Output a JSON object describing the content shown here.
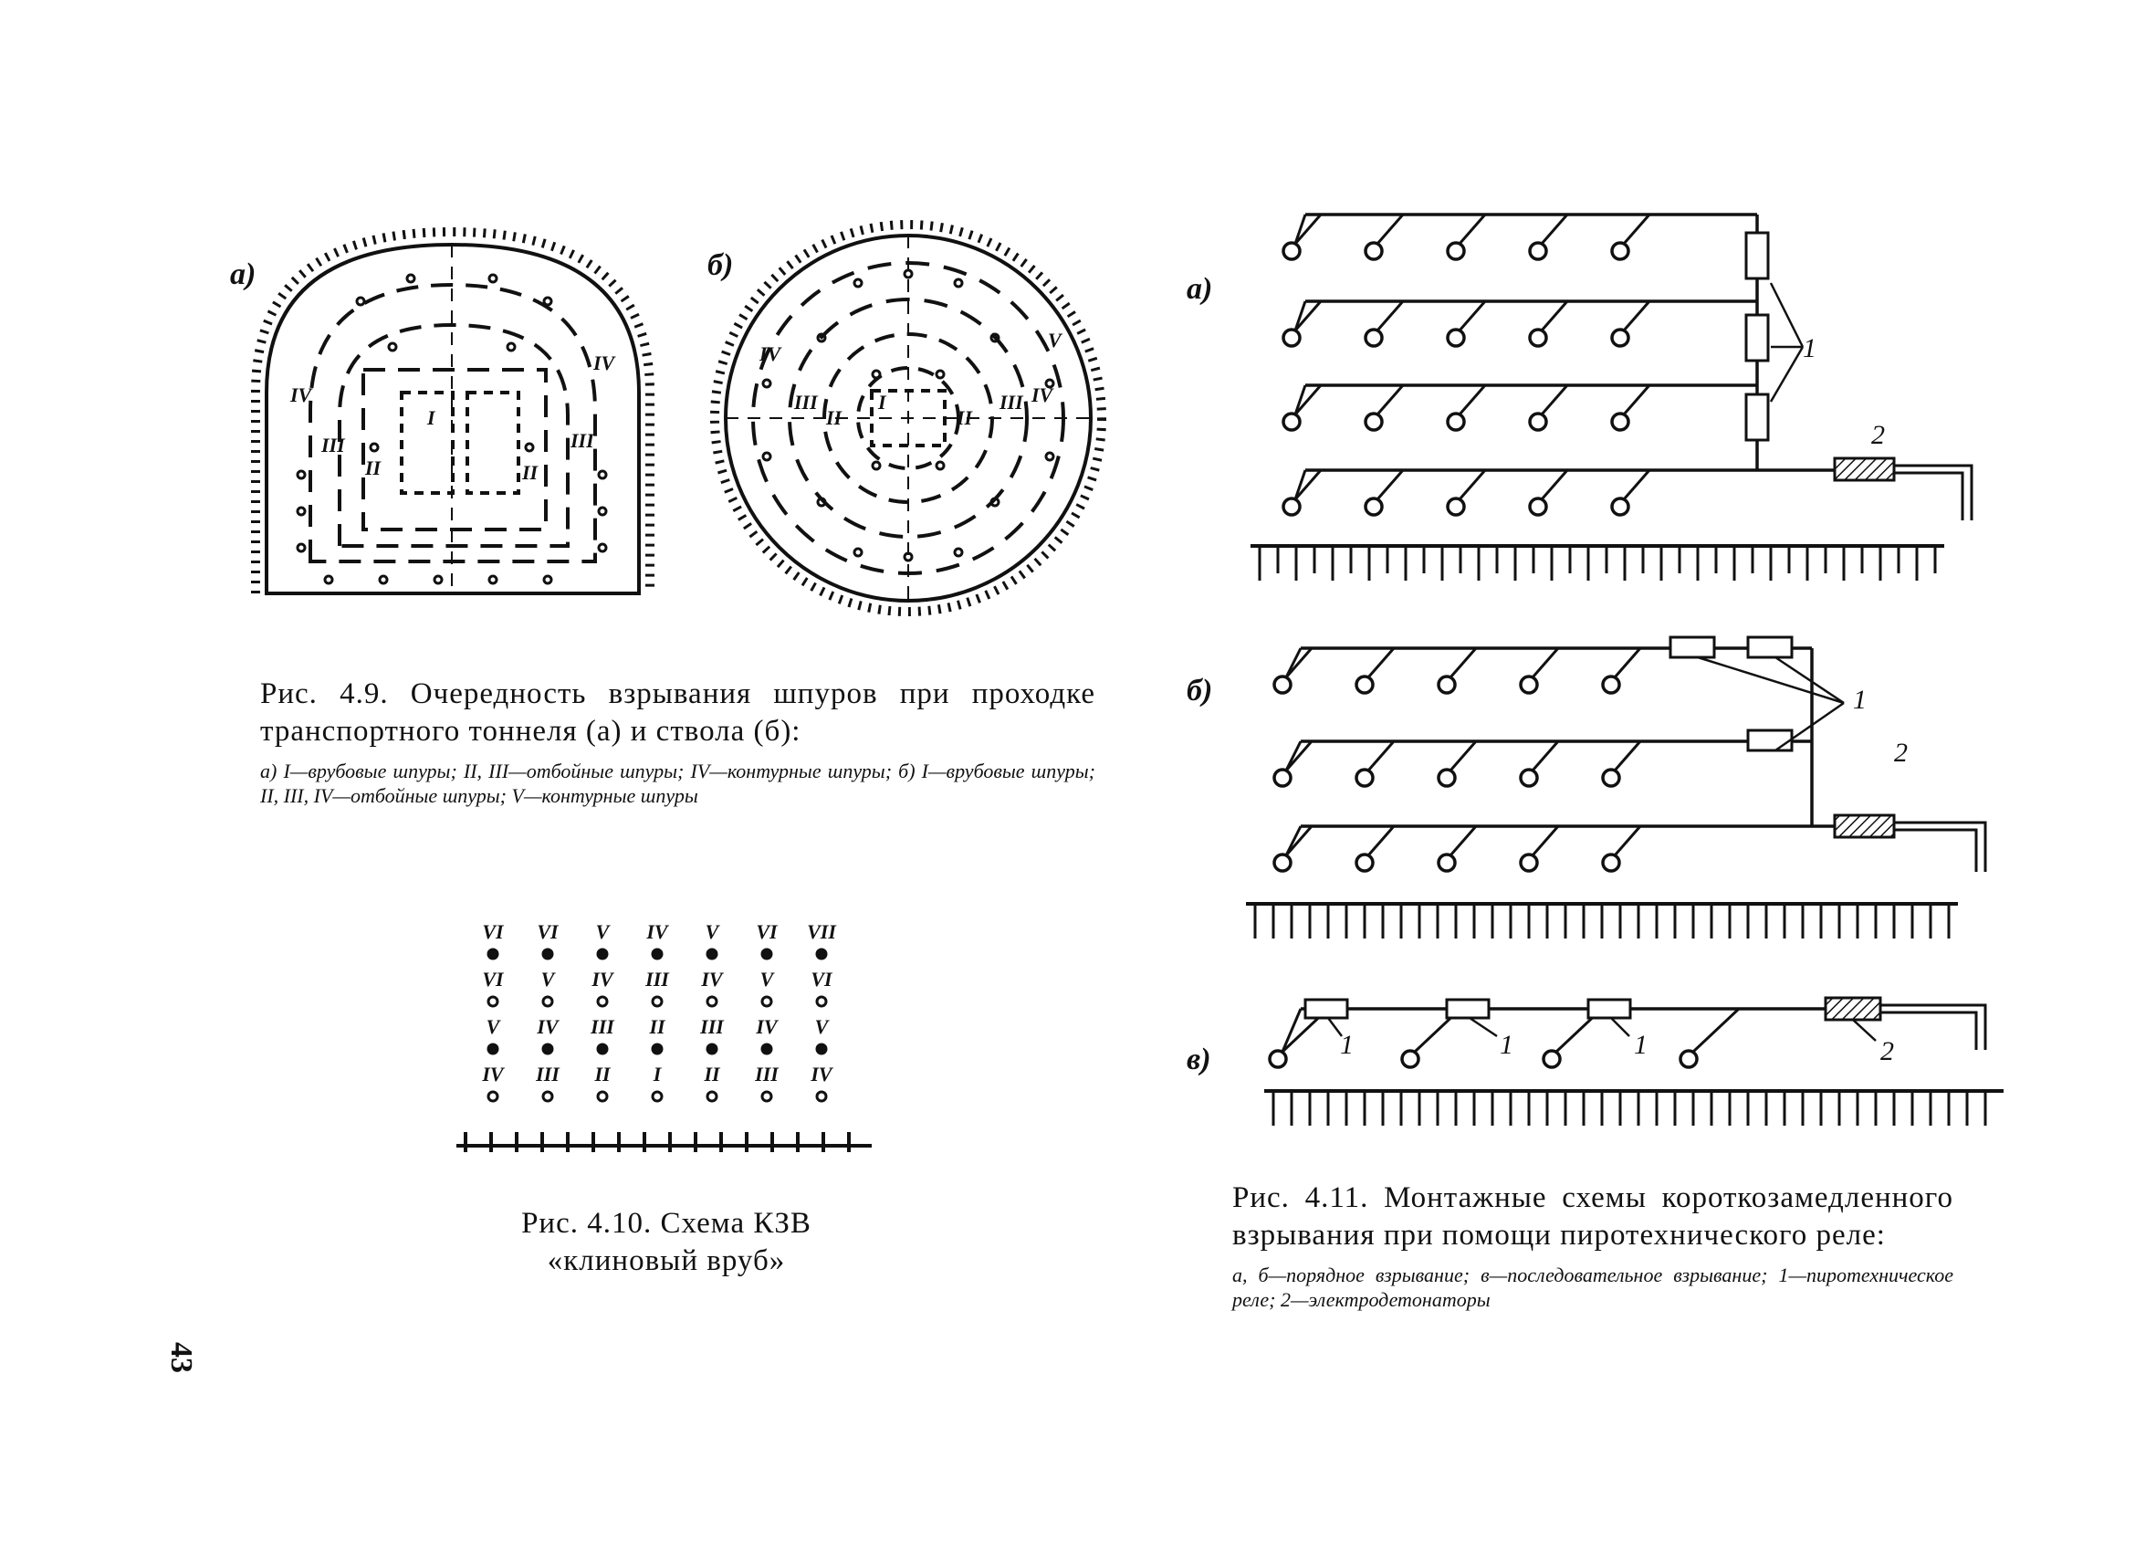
{
  "page_number": "43",
  "fig49": {
    "label_a": "а)",
    "label_b": "б)",
    "caption_title": "Рис. 4.9. Очередность взрывания шпуров при проходке транспортного тоннеля (а) и ствола (б):",
    "caption_sub": "а) I—врубовые шпуры; II, III—отбойные шпуры; IV—контурные шпуры; б) I—врубовые шпуры; II, III, IV—отбойные шпуры; V—контурные шпуры",
    "tunnel_marks": [
      "I",
      "II",
      "II",
      "III",
      "III",
      "IV",
      "IV"
    ],
    "shaft_marks": [
      "I",
      "II",
      "II",
      "III",
      "III",
      "IV",
      "IV",
      "V"
    ]
  },
  "fig410": {
    "caption_line1": "Рис. 4.10. Схема КЗВ",
    "caption_line2": "«клиновый вруб»",
    "columns": [
      [
        "VI",
        "VI",
        "V",
        "IV"
      ],
      [
        "VI",
        "V",
        "IV",
        "III"
      ],
      [
        "V",
        "IV",
        "III",
        "II"
      ],
      [
        "IV",
        "III",
        "II",
        "I"
      ],
      [
        "V",
        "IV",
        "III",
        "II"
      ],
      [
        "VI",
        "V",
        "IV",
        "III"
      ],
      [
        "VII",
        "VI",
        "V",
        "IV"
      ]
    ]
  },
  "fig411": {
    "label_a": "а)",
    "label_b": "б)",
    "label_v": "в)",
    "callout_1": "1",
    "callout_2": "2",
    "caption_title": "Рис. 4.11. Монтажные схемы короткозамедленного взрывания при помощи пиротехнического реле:",
    "caption_sub": "а, б—порядное взрывание; в—последовательное взрывание; 1—пиротехническое реле; 2—электродетонаторы"
  }
}
